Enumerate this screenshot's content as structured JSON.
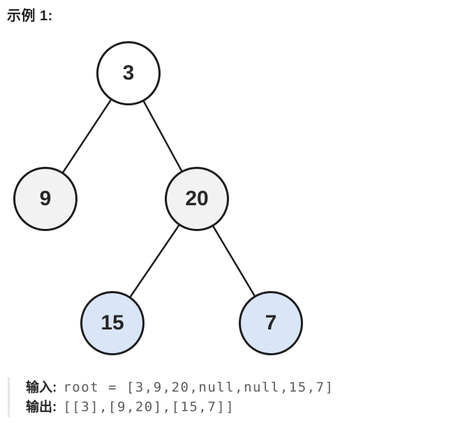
{
  "page": {
    "title": "示例 1:"
  },
  "tree": {
    "nodes": [
      {
        "id": "3",
        "value": "3",
        "fill": "#ffffff"
      },
      {
        "id": "9",
        "value": "9",
        "fill": "#f2f2f2"
      },
      {
        "id": "20",
        "value": "20",
        "fill": "#f2f2f2"
      },
      {
        "id": "15",
        "value": "15",
        "fill": "#d9e6f8"
      },
      {
        "id": "7",
        "value": "7",
        "fill": "#d9e6f8"
      }
    ],
    "edges": [
      [
        "3",
        "9"
      ],
      [
        "3",
        "20"
      ],
      [
        "20",
        "15"
      ],
      [
        "20",
        "7"
      ]
    ],
    "colors": {
      "node_border": "#1c1c1c",
      "edge": "#1c1c1c",
      "node_text": "#262626",
      "level1_fill": "#ffffff",
      "level2_fill": "#f2f2f2",
      "level3_fill": "#d9e6f8"
    }
  },
  "example": {
    "input_label": "输入:",
    "input_value": "root = [3,9,20,null,null,15,7]",
    "output_label": "输出:",
    "output_value": "[[3],[9,20],[15,7]]"
  }
}
